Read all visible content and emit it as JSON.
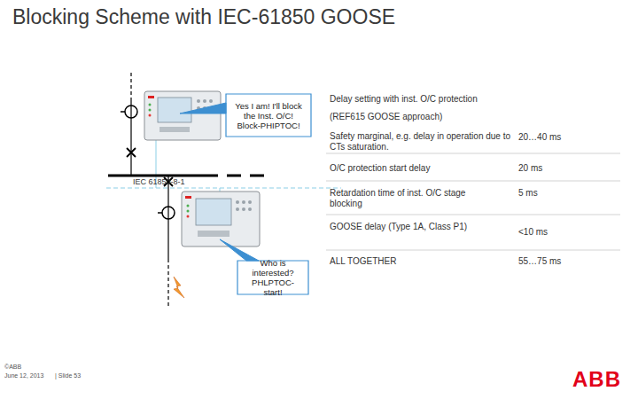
{
  "diagram": {
    "title": "Blocking Scheme with IEC-61850 GOOSE",
    "nodes": [
      {
        "text": [
          "Yes I am! I'll block the Inst. O/C! Block-PHIPTOC!"
        ]
      },
      {
        "text": [
          "Who is interested? PHLPTOC-start!"
        ]
      }
    ],
    "labels": [
      "IEC 61850-8-1",
      "Delay setting with inst. O/C protection",
      "(REF615 GOOSE approach)",
      "Safety marginal, e.g. delay in operation due to CTs saturation.",
      "20…40 ms",
      "O/C protection start delay",
      "20 ms",
      "Retardation time of inst. O/C stage blocking",
      "5 ms",
      "GOOSE delay (Type 1A, Class P1)",
      "<10 ms",
      "ALL TOGETHER",
      "55…75 ms",
      "©ABB",
      "June 12, 2013",
      "| Slide 53",
      "ABB"
    ]
  }
}
